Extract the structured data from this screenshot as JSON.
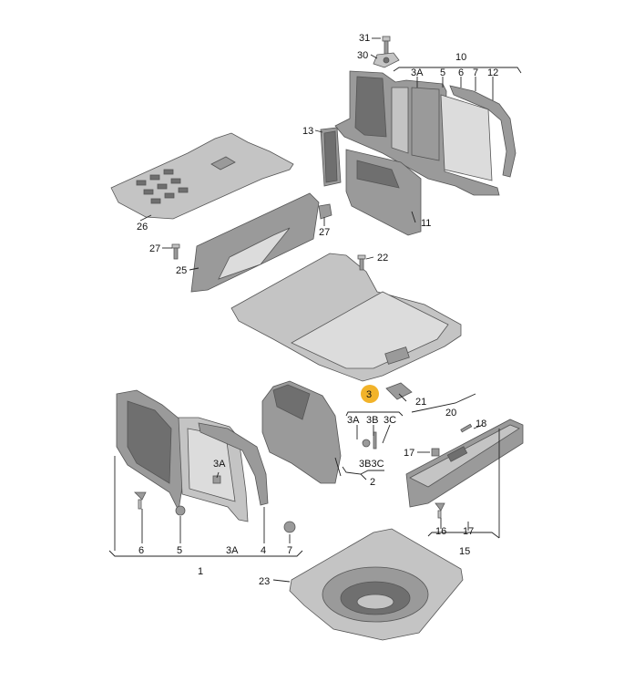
{
  "diagram": {
    "labels": {
      "l31": "31",
      "l30": "30",
      "l10": "10",
      "l3A_top": "3A",
      "l5_top": "5",
      "l6_top": "6",
      "l7_top": "7",
      "l12": "12",
      "l13": "13",
      "l11": "11",
      "l26": "26",
      "l27a": "27",
      "l27b": "27",
      "l25": "25",
      "l22": "22",
      "l3_hl": "3",
      "l21": "21",
      "l20": "20",
      "l3A_mid": "3A",
      "l3B_mid": "3B",
      "l3C_mid": "3C",
      "l3B3C": "3B3C",
      "l2": "2",
      "l18": "18",
      "l17a": "17",
      "l16": "16",
      "l17b": "17",
      "l15": "15",
      "l3A_left": "3A",
      "l6": "6",
      "l5": "5",
      "l3A_bot": "3A",
      "l4": "4",
      "l7": "7",
      "l1": "1",
      "l23": "23"
    },
    "highlight_color": "#f2b32a"
  }
}
